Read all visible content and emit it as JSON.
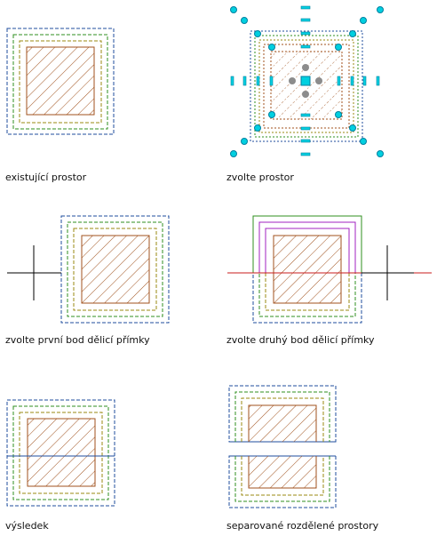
{
  "captions": {
    "existing": "existující prostor",
    "select": "zvolte prostor",
    "first_point": "zvolte první bod dělicí přímky",
    "second_point": "zvolte druhý bod dělicí přímky",
    "result": "výsledek",
    "separated": "separované rozdělené prostory"
  },
  "colors": {
    "outer_boundary": "#1f4e9e",
    "green_boundary": "#2f8f1f",
    "olive_boundary": "#9a8a10",
    "brown_boundary": "#a0521e",
    "hatch": "#a0521e",
    "grip": "#00d0e0",
    "grip_outline": "#0080a0",
    "grip_gray": "#8c8c8c",
    "cut_line": "#c81e1e",
    "highlight": "#a020c0",
    "crosshair": "#000000"
  }
}
